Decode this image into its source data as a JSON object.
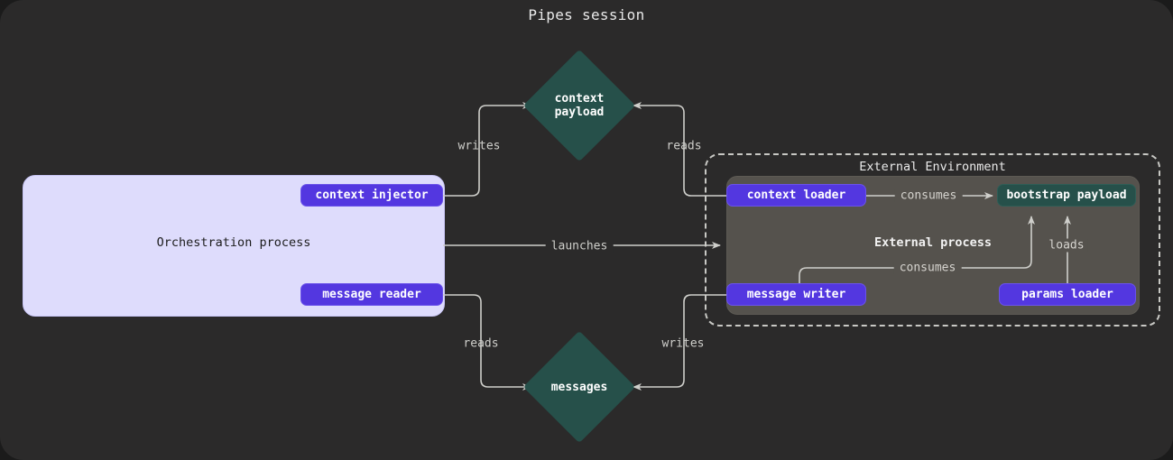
{
  "diagram": {
    "title": "Pipes session",
    "background_color": "#2b2a2a",
    "page_color": "#1b1b1b"
  },
  "colors": {
    "op_node": "#5337e0",
    "asset_node": "#26504a",
    "orchestration_cluster": "#dedcfc",
    "external_process_cluster": "#55524d",
    "edge": "#cfcfcb"
  },
  "clusters": [
    {
      "id": "orchestration",
      "label": "Orchestration process",
      "style": "solid-filled"
    },
    {
      "id": "external-environment",
      "label": "External Environment",
      "style": "dashed"
    },
    {
      "id": "external-process",
      "label": "External process",
      "style": "solid-filled"
    }
  ],
  "nodes": {
    "context_injector": {
      "label": "context injector",
      "type": "op"
    },
    "message_reader": {
      "label": "message reader",
      "type": "op"
    },
    "context_loader": {
      "label": "context loader",
      "type": "op"
    },
    "message_writer": {
      "label": "message writer",
      "type": "op"
    },
    "params_loader": {
      "label": "params loader",
      "type": "op"
    },
    "bootstrap_payload": {
      "label": "bootstrap payload",
      "type": "asset-box"
    },
    "context_payload": {
      "label_line1": "context",
      "label_line2": "payload",
      "type": "asset-diamond"
    },
    "messages": {
      "label_line1": "messages",
      "label_line2": "",
      "type": "asset-diamond"
    }
  },
  "edges": [
    {
      "id": "e1",
      "from": "context_injector",
      "to": "context_payload",
      "label": "writes"
    },
    {
      "id": "e2",
      "from": "context_loader",
      "to": "context_payload",
      "label": "reads"
    },
    {
      "id": "e3",
      "from": "message_reader",
      "to": "messages",
      "label": "reads"
    },
    {
      "id": "e4",
      "from": "message_writer",
      "to": "messages",
      "label": "writes"
    },
    {
      "id": "e5",
      "from": "orchestration",
      "to": "external-environment",
      "label": "launches"
    },
    {
      "id": "e6",
      "from": "context_loader",
      "to": "bootstrap_payload",
      "label": "consumes"
    },
    {
      "id": "e7",
      "from": "message_writer",
      "to": "bootstrap_payload",
      "label": "consumes"
    },
    {
      "id": "e8",
      "from": "params_loader",
      "to": "bootstrap_payload",
      "label": "loads"
    }
  ]
}
